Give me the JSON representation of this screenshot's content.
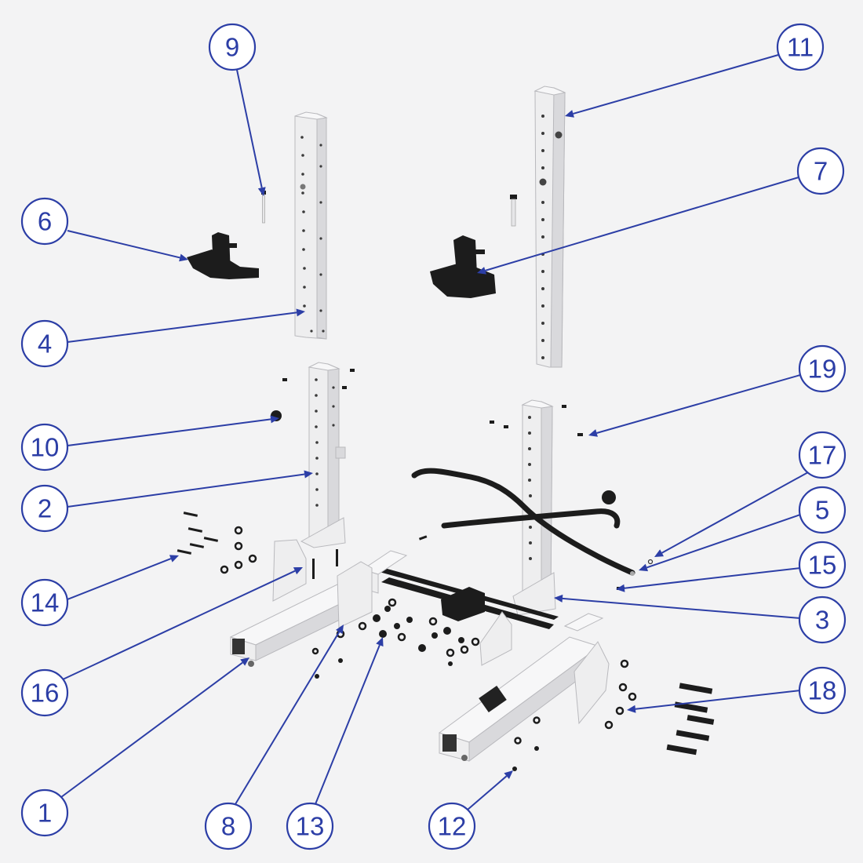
{
  "diagram": {
    "accent_color": "#2c3ea6",
    "background_color": "#f3f3f4",
    "callouts": [
      {
        "id": "c1",
        "label": "1"
      },
      {
        "id": "c2",
        "label": "2"
      },
      {
        "id": "c3",
        "label": "3"
      },
      {
        "id": "c4",
        "label": "4"
      },
      {
        "id": "c5",
        "label": "5"
      },
      {
        "id": "c6",
        "label": "6"
      },
      {
        "id": "c7",
        "label": "7"
      },
      {
        "id": "c8",
        "label": "8"
      },
      {
        "id": "c9",
        "label": "9"
      },
      {
        "id": "c10",
        "label": "10"
      },
      {
        "id": "c11",
        "label": "11"
      },
      {
        "id": "c12",
        "label": "12"
      },
      {
        "id": "c13",
        "label": "13"
      },
      {
        "id": "c14",
        "label": "14"
      },
      {
        "id": "c15",
        "label": "15"
      },
      {
        "id": "c16",
        "label": "16"
      },
      {
        "id": "c17",
        "label": "17"
      },
      {
        "id": "c18",
        "label": "18"
      },
      {
        "id": "c19",
        "label": "19"
      }
    ]
  }
}
